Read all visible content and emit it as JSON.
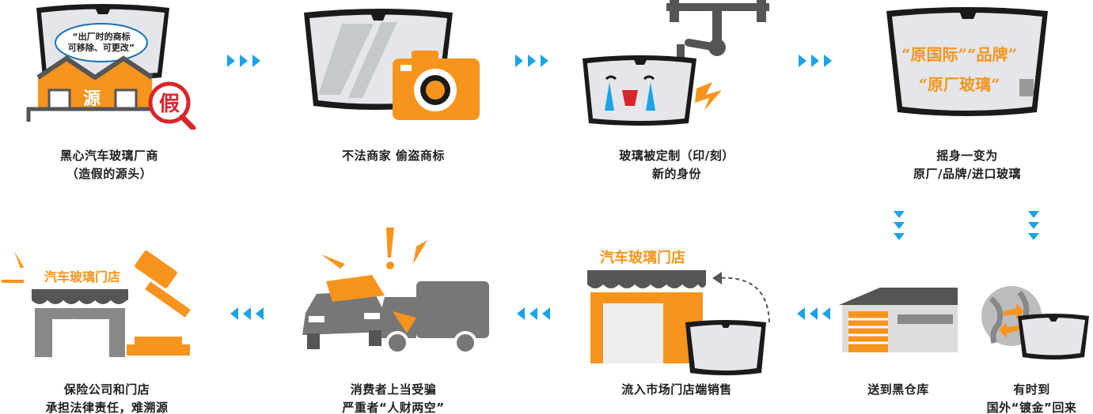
{
  "steps": [
    {
      "id": 1,
      "caption_line1": "黑心汽车玻璃厂商",
      "caption_line2": "（造假的源头）",
      "bubble_line1": "“出厂时的商标",
      "bubble_line2": "可移除、可更改”",
      "roof_label": "源",
      "stamp_label": "假"
    },
    {
      "id": 2,
      "caption_line1": "不法商家 偷盗商标",
      "caption_line2": ""
    },
    {
      "id": 3,
      "caption_line1": "玻璃被定制（印/刻）",
      "caption_line2": "新的身份"
    },
    {
      "id": 4,
      "caption_line1": "摇身一变为",
      "caption_line2": "原厂/品牌/进口玻璃",
      "glass_text_line1": "“原国际”“品牌”",
      "glass_text_line2": "“原厂玻璃”"
    },
    {
      "id": 5,
      "caption_line1": "送到黑仓库",
      "caption_line2": ""
    },
    {
      "id": 6,
      "caption_line1": "有时到",
      "caption_line2": "国外“镀金”回来"
    },
    {
      "id": 7,
      "caption_line1": "流入市场门店端销售",
      "caption_line2": "",
      "sign_label": "汽车玻璃门店"
    },
    {
      "id": 8,
      "caption_line1": "消费者上当受骗",
      "caption_line2": "严重者“人财两空”"
    },
    {
      "id": 9,
      "caption_line1": "保险公司和门店",
      "caption_line2": "承担法律责任，难溯源",
      "sign_label": "汽车玻璃门店"
    }
  ],
  "colors": {
    "accent": "#f7941d",
    "arrow": "#1aa3e8",
    "dark": "#555555",
    "frame": "#1a1a1a",
    "glass": "#e4e6ea",
    "stamp_red": "#d9252a"
  },
  "icons": [
    "factory-icon",
    "fake-stamp-icon",
    "windshield-icon",
    "camera-icon",
    "robot-arm-icon",
    "warehouse-icon",
    "globe-icon",
    "shop-icon",
    "car-crash-icon",
    "gavel-icon",
    "arrow-icon"
  ]
}
